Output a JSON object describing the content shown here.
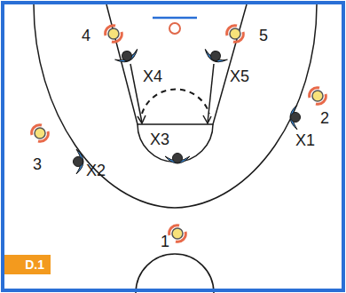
{
  "diagram": {
    "nodes": [
      {
        "text": [
          "D.1"
        ]
      }
    ],
    "labels": [
      "4",
      "5",
      "X4",
      "X5",
      "2",
      "X1",
      "3",
      "X2",
      "X3",
      "1"
    ]
  }
}
